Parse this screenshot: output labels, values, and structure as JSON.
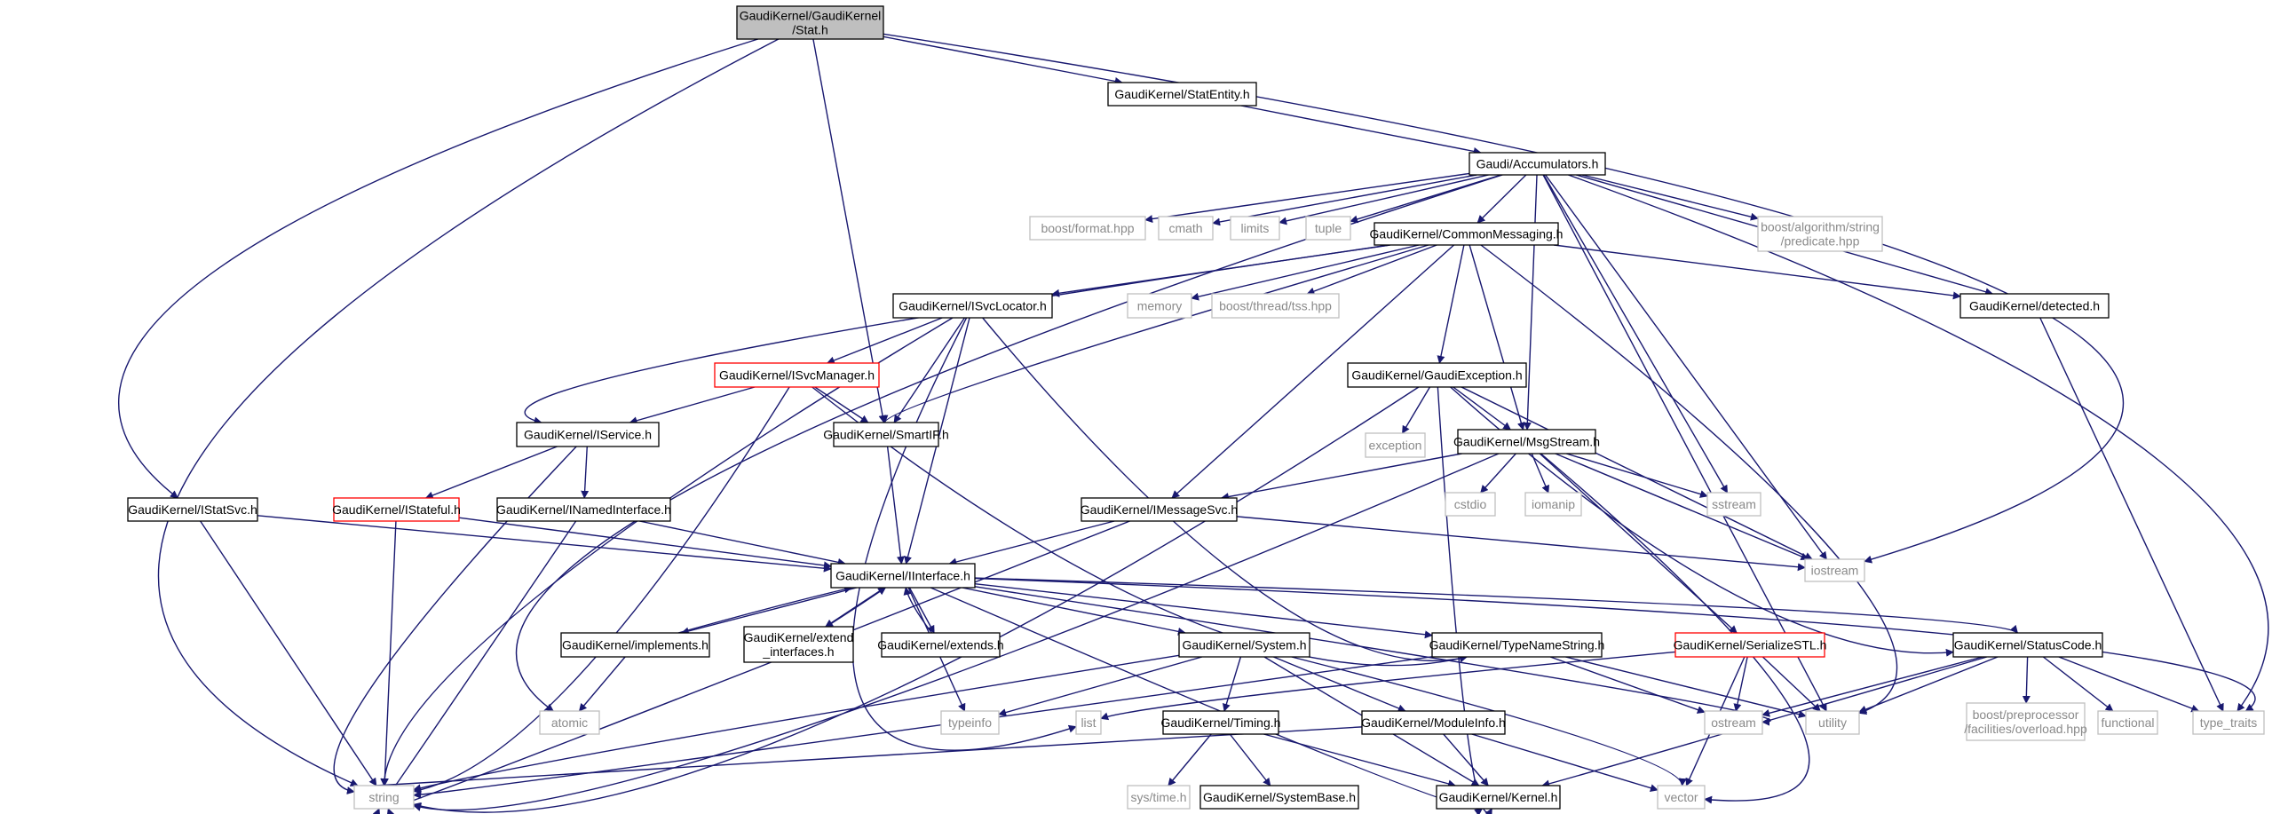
{
  "colors": {
    "edge": "#191970",
    "normal_border": "#000000",
    "normal_text": "#000000",
    "external_border": "#bfbfbf",
    "external_text": "#8a8a8a",
    "red_border": "#ff0000",
    "root_fill": "#bfbfbf"
  },
  "nodes": {
    "stat_h": {
      "lines": [
        "GaudiKernel/GaudiKernel",
        "/Stat.h"
      ],
      "style": "root"
    },
    "statentity_h": {
      "lines": [
        "GaudiKernel/StatEntity.h"
      ],
      "style": "normal"
    },
    "accumulators_h": {
      "lines": [
        "Gaudi/Accumulators.h"
      ],
      "style": "normal"
    },
    "boost_format": {
      "lines": [
        "boost/format.hpp"
      ],
      "style": "external"
    },
    "cmath": {
      "lines": [
        "cmath"
      ],
      "style": "external"
    },
    "limits": {
      "lines": [
        "limits"
      ],
      "style": "external"
    },
    "tuple": {
      "lines": [
        "tuple"
      ],
      "style": "external"
    },
    "commonmessaging_h": {
      "lines": [
        "GaudiKernel/CommonMessaging.h"
      ],
      "style": "normal"
    },
    "boost_predicate": {
      "lines": [
        "boost/algorithm/string",
        "/predicate.hpp"
      ],
      "style": "external"
    },
    "isvclocator_h": {
      "lines": [
        "GaudiKernel/ISvcLocator.h"
      ],
      "style": "normal"
    },
    "memory": {
      "lines": [
        "memory"
      ],
      "style": "external"
    },
    "boost_tss": {
      "lines": [
        "boost/thread/tss.hpp"
      ],
      "style": "external"
    },
    "detected_h": {
      "lines": [
        "GaudiKernel/detected.h"
      ],
      "style": "normal"
    },
    "isvcmanager_h": {
      "lines": [
        "GaudiKernel/ISvcManager.h"
      ],
      "style": "red"
    },
    "gaudiexception_h": {
      "lines": [
        "GaudiKernel/GaudiException.h"
      ],
      "style": "normal"
    },
    "iservice_h": {
      "lines": [
        "GaudiKernel/IService.h"
      ],
      "style": "normal"
    },
    "smartif_h": {
      "lines": [
        "GaudiKernel/SmartIF.h"
      ],
      "style": "normal"
    },
    "exception": {
      "lines": [
        "exception"
      ],
      "style": "external"
    },
    "msgstream_h": {
      "lines": [
        "GaudiKernel/MsgStream.h"
      ],
      "style": "normal"
    },
    "istatsvc_h": {
      "lines": [
        "GaudiKernel/IStatSvc.h"
      ],
      "style": "normal"
    },
    "istateful_h": {
      "lines": [
        "GaudiKernel/IStateful.h"
      ],
      "style": "red"
    },
    "inamedinterface_h": {
      "lines": [
        "GaudiKernel/INamedInterface.h"
      ],
      "style": "normal"
    },
    "imessagesvc_h": {
      "lines": [
        "GaudiKernel/IMessageSvc.h"
      ],
      "style": "normal"
    },
    "cstdio": {
      "lines": [
        "cstdio"
      ],
      "style": "external"
    },
    "iomanip": {
      "lines": [
        "iomanip"
      ],
      "style": "external"
    },
    "sstream": {
      "lines": [
        "sstream"
      ],
      "style": "external"
    },
    "iinterface_h": {
      "lines": [
        "GaudiKernel/IInterface.h"
      ],
      "style": "normal"
    },
    "iostream": {
      "lines": [
        "iostream"
      ],
      "style": "external"
    },
    "implements_h": {
      "lines": [
        "GaudiKernel/implements.h"
      ],
      "style": "normal"
    },
    "extend_interfaces_h": {
      "lines": [
        "GaudiKernel/extend",
        "_interfaces.h"
      ],
      "style": "normal"
    },
    "extends_h": {
      "lines": [
        "GaudiKernel/extends.h"
      ],
      "style": "normal"
    },
    "system_h": {
      "lines": [
        "GaudiKernel/System.h"
      ],
      "style": "normal"
    },
    "typenamestring_h": {
      "lines": [
        "GaudiKernel/TypeNameString.h"
      ],
      "style": "normal"
    },
    "serializestl_h": {
      "lines": [
        "GaudiKernel/SerializeSTL.h"
      ],
      "style": "red"
    },
    "statuscode_h": {
      "lines": [
        "GaudiKernel/StatusCode.h"
      ],
      "style": "normal"
    },
    "atomic": {
      "lines": [
        "atomic"
      ],
      "style": "external"
    },
    "typeinfo": {
      "lines": [
        "typeinfo"
      ],
      "style": "external"
    },
    "list": {
      "lines": [
        "list"
      ],
      "style": "external"
    },
    "timing_h": {
      "lines": [
        "GaudiKernel/Timing.h"
      ],
      "style": "normal"
    },
    "moduleinfo_h": {
      "lines": [
        "GaudiKernel/ModuleInfo.h"
      ],
      "style": "normal"
    },
    "ostream": {
      "lines": [
        "ostream"
      ],
      "style": "external"
    },
    "utility": {
      "lines": [
        "utility"
      ],
      "style": "external"
    },
    "boost_overload": {
      "lines": [
        "boost/preprocessor",
        "/facilities/overload.hpp"
      ],
      "style": "external"
    },
    "functional": {
      "lines": [
        "functional"
      ],
      "style": "external"
    },
    "type_traits": {
      "lines": [
        "type_traits"
      ],
      "style": "external"
    },
    "string": {
      "lines": [
        "string"
      ],
      "style": "external"
    },
    "systime_h": {
      "lines": [
        "sys/time.h"
      ],
      "style": "external"
    },
    "systembase_h": {
      "lines": [
        "GaudiKernel/SystemBase.h"
      ],
      "style": "normal"
    },
    "kernel_h": {
      "lines": [
        "GaudiKernel/Kernel.h"
      ],
      "style": "normal"
    },
    "vector": {
      "lines": [
        "vector"
      ],
      "style": "external"
    }
  }
}
